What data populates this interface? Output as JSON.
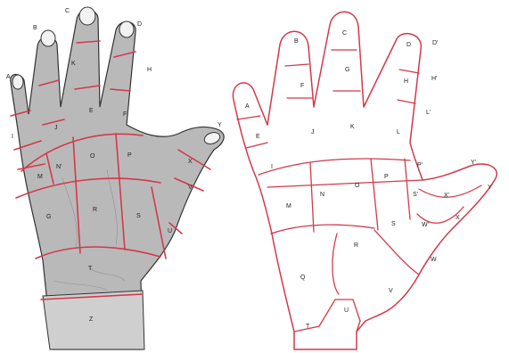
{
  "colors": {
    "zone_line": "#d2394a",
    "skin": "#b9b9b9",
    "outline_stroke": "#d2394a"
  },
  "left_hand": {
    "labels": [
      "A",
      "B",
      "C",
      "D",
      "H",
      "K",
      "I",
      "J",
      "E",
      "F",
      "M",
      "N'",
      "O",
      "P",
      "X",
      "Y",
      "V",
      "G",
      "R",
      "S",
      "U",
      "T",
      "Z"
    ]
  },
  "right_hand": {
    "labels": [
      "A",
      "B",
      "C",
      "D",
      "D'",
      "E",
      "F",
      "G",
      "H",
      "H'",
      "L'",
      "I",
      "J",
      "K",
      "L",
      "M",
      "N",
      "O",
      "P",
      "P'",
      "Y'",
      "Y",
      "S'",
      "X'",
      "X",
      "W'",
      "R",
      "S",
      "W",
      "Q",
      "V",
      "U",
      "T"
    ]
  }
}
